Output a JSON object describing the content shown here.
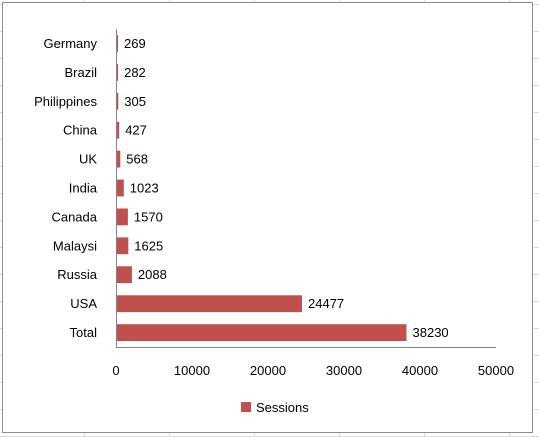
{
  "chart_data": {
    "type": "bar",
    "orientation": "horizontal",
    "categories": [
      "Germany",
      "Brazil",
      "Philippines",
      "China",
      "UK",
      "India",
      "Canada",
      "Malaysi",
      "Russia",
      "USA",
      "Total"
    ],
    "series": [
      {
        "name": "Sessions",
        "values": [
          269,
          282,
          305,
          427,
          568,
          1023,
          1570,
          1625,
          2088,
          24477,
          38230
        ],
        "color": "#c0504d"
      }
    ],
    "xlim": [
      0,
      50000
    ],
    "xticks": [
      0,
      10000,
      20000,
      30000,
      40000,
      50000
    ],
    "data_labels": true,
    "grid": false,
    "legend": "bottom"
  }
}
